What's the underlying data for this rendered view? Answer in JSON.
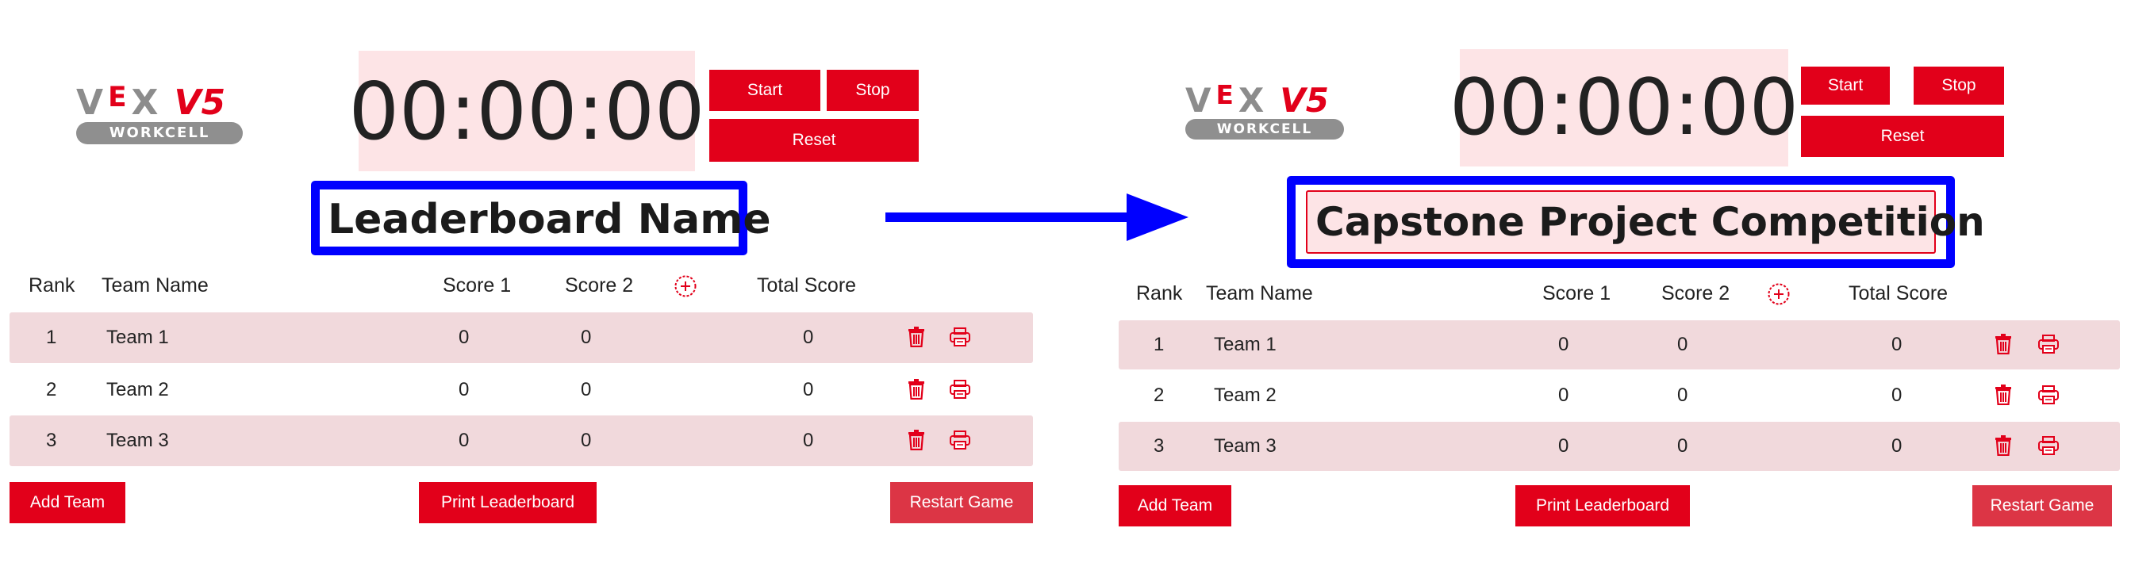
{
  "colors": {
    "accent": "#e2001a",
    "timer_bg": "#fde4e6",
    "row_bg": "#f1d9dc",
    "highlight": "#0000ff"
  },
  "logo": {
    "wordmark": "VEX",
    "product": "V5",
    "subtitle": "WORKCELL"
  },
  "before": {
    "timer": "00:00:00",
    "buttons": {
      "start": "Start",
      "stop": "Stop",
      "reset": "Reset"
    },
    "leaderboard_title": "Leaderboard Name",
    "columns": {
      "rank": "Rank",
      "team_name": "Team Name",
      "score1": "Score 1",
      "score2": "Score 2",
      "total": "Total Score"
    },
    "rows": [
      {
        "rank": "1",
        "team": "Team 1",
        "score1": "0",
        "score2": "0",
        "total": "0"
      },
      {
        "rank": "2",
        "team": "Team 2",
        "score1": "0",
        "score2": "0",
        "total": "0"
      },
      {
        "rank": "3",
        "team": "Team 3",
        "score1": "0",
        "score2": "0",
        "total": "0"
      }
    ],
    "actions": {
      "add_team": "Add Team",
      "print": "Print Leaderboard",
      "restart": "Restart Game"
    }
  },
  "after": {
    "timer": "00:00:00",
    "buttons": {
      "start": "Start",
      "stop": "Stop",
      "reset": "Reset"
    },
    "leaderboard_title": "Capstone Project Competition",
    "columns": {
      "rank": "Rank",
      "team_name": "Team Name",
      "score1": "Score 1",
      "score2": "Score 2",
      "total": "Total Score"
    },
    "rows": [
      {
        "rank": "1",
        "team": "Team 1",
        "score1": "0",
        "score2": "0",
        "total": "0"
      },
      {
        "rank": "2",
        "team": "Team 2",
        "score1": "0",
        "score2": "0",
        "total": "0"
      },
      {
        "rank": "3",
        "team": "Team 3",
        "score1": "0",
        "score2": "0",
        "total": "0"
      }
    ],
    "actions": {
      "add_team": "Add Team",
      "print": "Print Leaderboard",
      "restart": "Restart Game"
    }
  },
  "icons": {
    "add_column": "plus-circle-icon",
    "delete": "trash-icon",
    "print": "printer-icon",
    "arrow": "arrow-right-icon"
  }
}
